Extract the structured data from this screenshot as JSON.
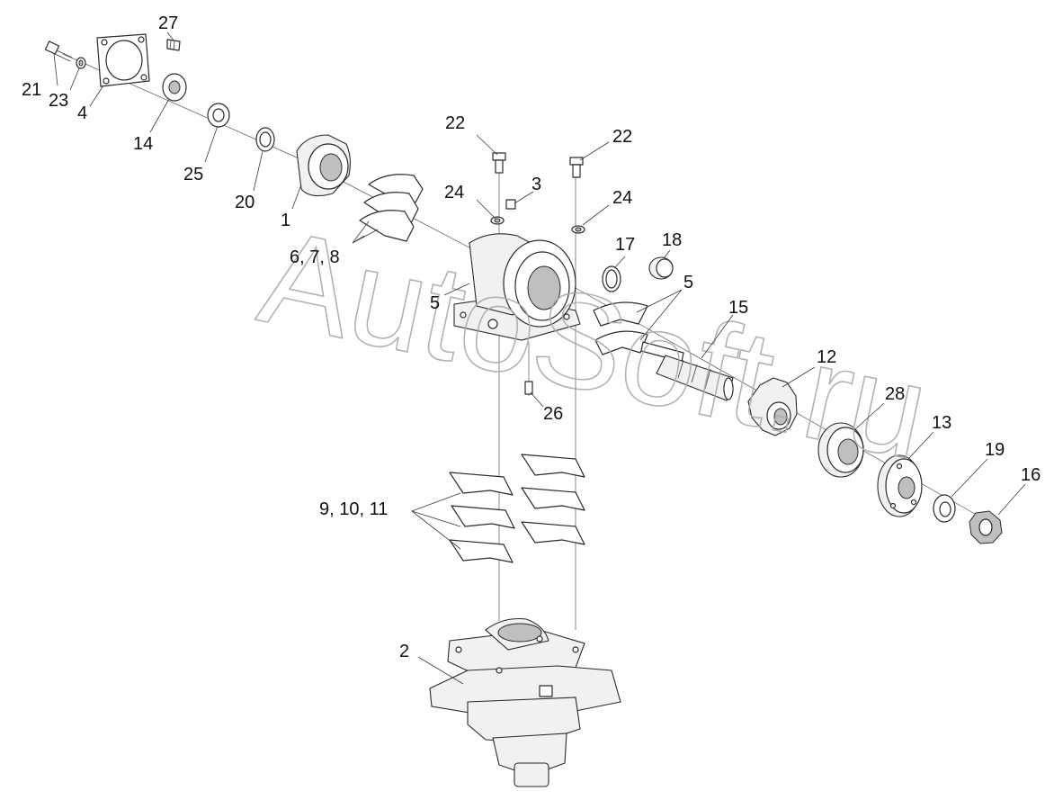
{
  "watermark": "AutoSoft.ru",
  "callouts": [
    {
      "id": "c27",
      "text": "27"
    },
    {
      "id": "c21",
      "text": "21"
    },
    {
      "id": "c23",
      "text": "23"
    },
    {
      "id": "c4",
      "text": "4"
    },
    {
      "id": "c14",
      "text": "14"
    },
    {
      "id": "c25",
      "text": "25"
    },
    {
      "id": "c20",
      "text": "20"
    },
    {
      "id": "c1",
      "text": "1"
    },
    {
      "id": "c678",
      "text": "6, 7, 8"
    },
    {
      "id": "c22a",
      "text": "22"
    },
    {
      "id": "c22b",
      "text": "22"
    },
    {
      "id": "c24a",
      "text": "24"
    },
    {
      "id": "c24b",
      "text": "24"
    },
    {
      "id": "c3",
      "text": "3"
    },
    {
      "id": "c5a",
      "text": "5"
    },
    {
      "id": "c5b",
      "text": "5"
    },
    {
      "id": "c17",
      "text": "17"
    },
    {
      "id": "c18",
      "text": "18"
    },
    {
      "id": "c15",
      "text": "15"
    },
    {
      "id": "c12",
      "text": "12"
    },
    {
      "id": "c26",
      "text": "26"
    },
    {
      "id": "c28",
      "text": "28"
    },
    {
      "id": "c13",
      "text": "13"
    },
    {
      "id": "c19",
      "text": "19"
    },
    {
      "id": "c16",
      "text": "16"
    },
    {
      "id": "c91011",
      "text": "9, 10, 11"
    },
    {
      "id": "c2",
      "text": "2"
    }
  ]
}
